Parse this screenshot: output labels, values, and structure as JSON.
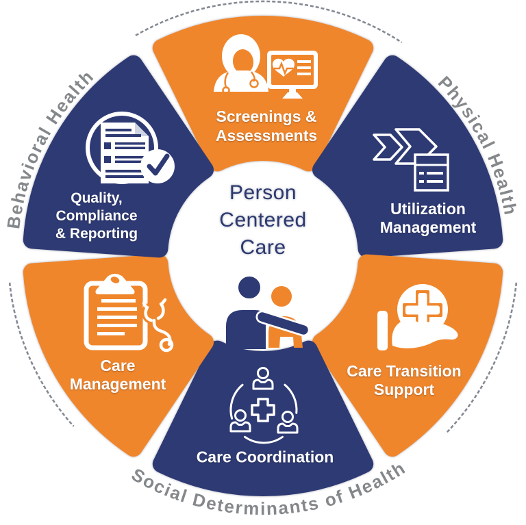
{
  "center": {
    "lines": [
      "Person",
      "Centered",
      "Care"
    ],
    "icon": "two-people-arm-around-shoulder-icon"
  },
  "outer_labels": {
    "top_left": "Behavioral Health",
    "top_right": "Physical Health",
    "bottom": "Social Determinants of Health"
  },
  "segments": [
    {
      "id": "screenings-assessments",
      "lines": [
        "Screenings &",
        "Assessments"
      ],
      "color": "#F0862B",
      "icon": "clinician-and-monitor-icon"
    },
    {
      "id": "utilization-management",
      "lines": [
        "Utilization",
        "Management"
      ],
      "color": "#2E3A74",
      "icon": "chevrons-and-form-icon"
    },
    {
      "id": "care-transition-support",
      "lines": [
        "Care Transition",
        "Support"
      ],
      "color": "#F0862B",
      "icon": "hand-holding-medical-cross-icon"
    },
    {
      "id": "care-coordination",
      "lines": [
        "Care Coordination"
      ],
      "color": "#2E3A74",
      "icon": "team-around-cross-icon"
    },
    {
      "id": "care-management",
      "lines": [
        "Care",
        "Management"
      ],
      "color": "#F0862B",
      "icon": "clipboard-stethoscope-icon"
    },
    {
      "id": "quality-compliance-reporting",
      "lines": [
        "Quality,",
        "Compliance",
        "& Reporting"
      ],
      "color": "#2E3A74",
      "icon": "document-checkmark-icon"
    }
  ],
  "colors": {
    "orange": "#F0862B",
    "navy": "#2E3A74",
    "outer_text_gray": "#85888B",
    "center_text_navy": "#2C396F",
    "arc_gray": "#6E7480",
    "background": "#FFFFFF"
  }
}
